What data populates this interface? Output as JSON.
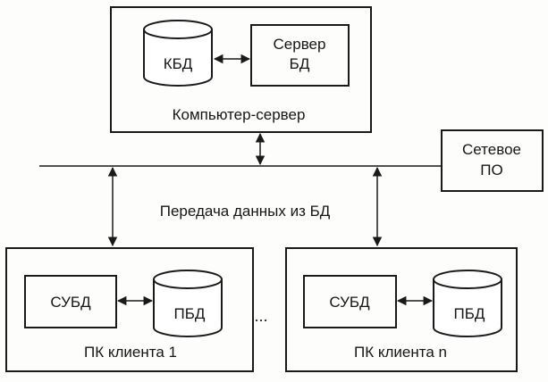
{
  "server": {
    "db_label": "КБД",
    "server_db_line1": "Сервер",
    "server_db_line2": "БД",
    "caption": "Компьютер-сервер"
  },
  "network": {
    "software_line1": "Сетевое",
    "software_line2": "ПО",
    "transfer_label": "Передача данных из БД"
  },
  "clients": [
    {
      "dbms_label": "СУБД",
      "db_label": "ПБД",
      "caption": "ПК клиента 1"
    },
    {
      "dbms_label": "СУБД",
      "db_label": "ПБД",
      "caption": "ПК клиента n"
    }
  ],
  "ellipsis": "..."
}
